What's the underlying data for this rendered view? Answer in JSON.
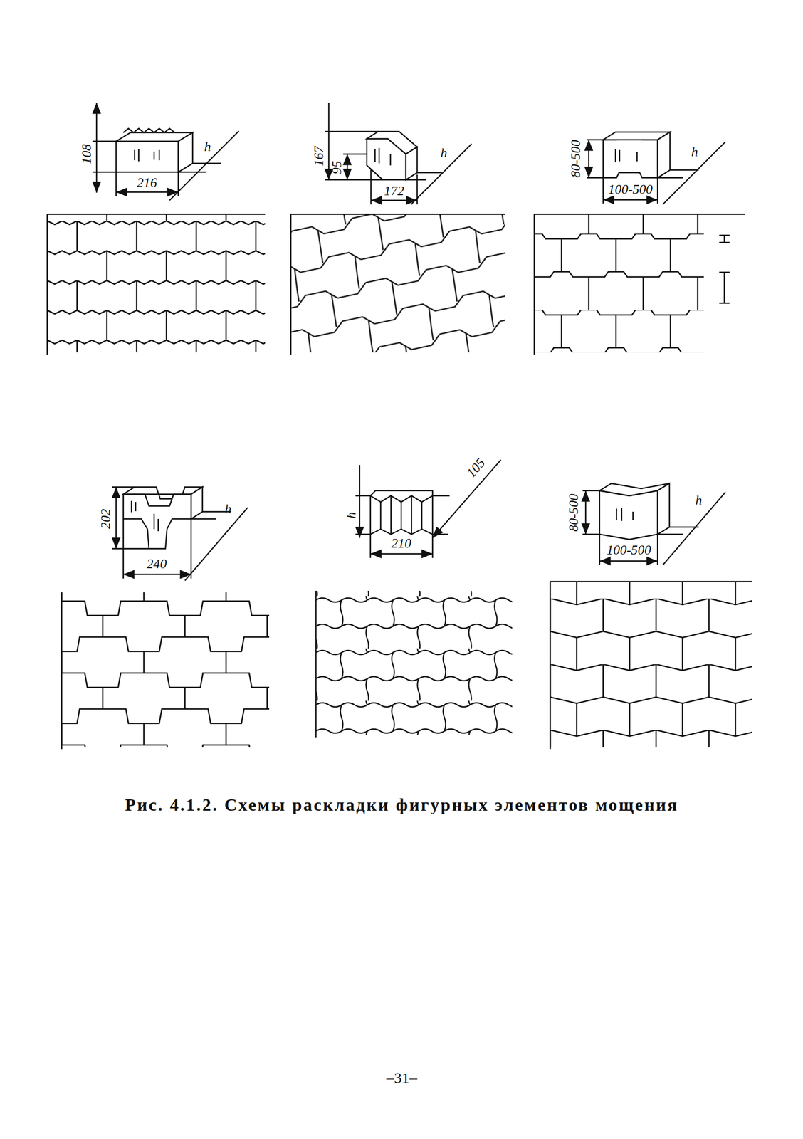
{
  "diagram": {
    "caption": "Рис. 4.1.2. Схемы раскладки фигурных элементов мощения",
    "labels": [
      "108",
      "216",
      "h",
      "167",
      "95",
      "172",
      "h",
      "80-500",
      "100-500",
      "h",
      "202",
      "240",
      "h",
      "h",
      "210",
      "105",
      "80-500",
      "100-500",
      "h",
      "–31–"
    ]
  }
}
